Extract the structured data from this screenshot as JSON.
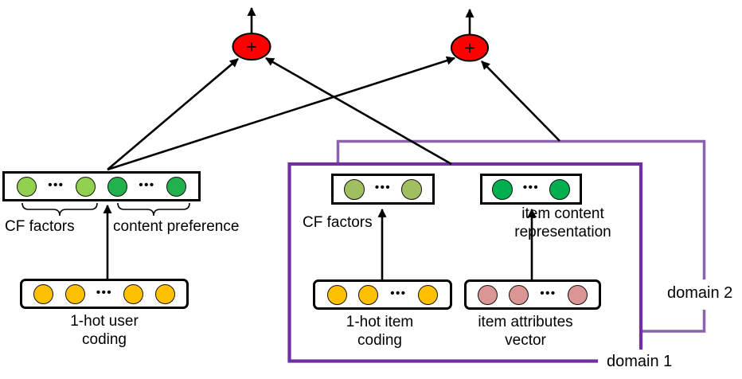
{
  "sum_symbol": "+",
  "dots": "•••",
  "labels": {
    "user_cf": "CF factors",
    "user_content_preference": "content preference",
    "user_input_line1": "1-hot user",
    "user_input_line2": "coding",
    "item_cf": "CF factors",
    "item_content_line1": "item content",
    "item_content_line2": "representation",
    "item_input_line1": "1-hot item",
    "item_input_line2": "coding",
    "item_attributes_line1": "item attributes",
    "item_attributes_line2": "vector",
    "domain1": "domain 1",
    "domain2": "domain 2"
  },
  "colors": {
    "user_cf_circle": "#92d050",
    "user_content_circle": "#22b14c",
    "item_cf_circle": "#a0c060",
    "item_content_circle": "#00b050",
    "one_hot_circle": "#ffc000",
    "item_attribute_circle": "#d99694",
    "sum_node_fill": "#ff0000",
    "domain1_border": "#7030a0",
    "domain2_border": "#8a63ad"
  }
}
